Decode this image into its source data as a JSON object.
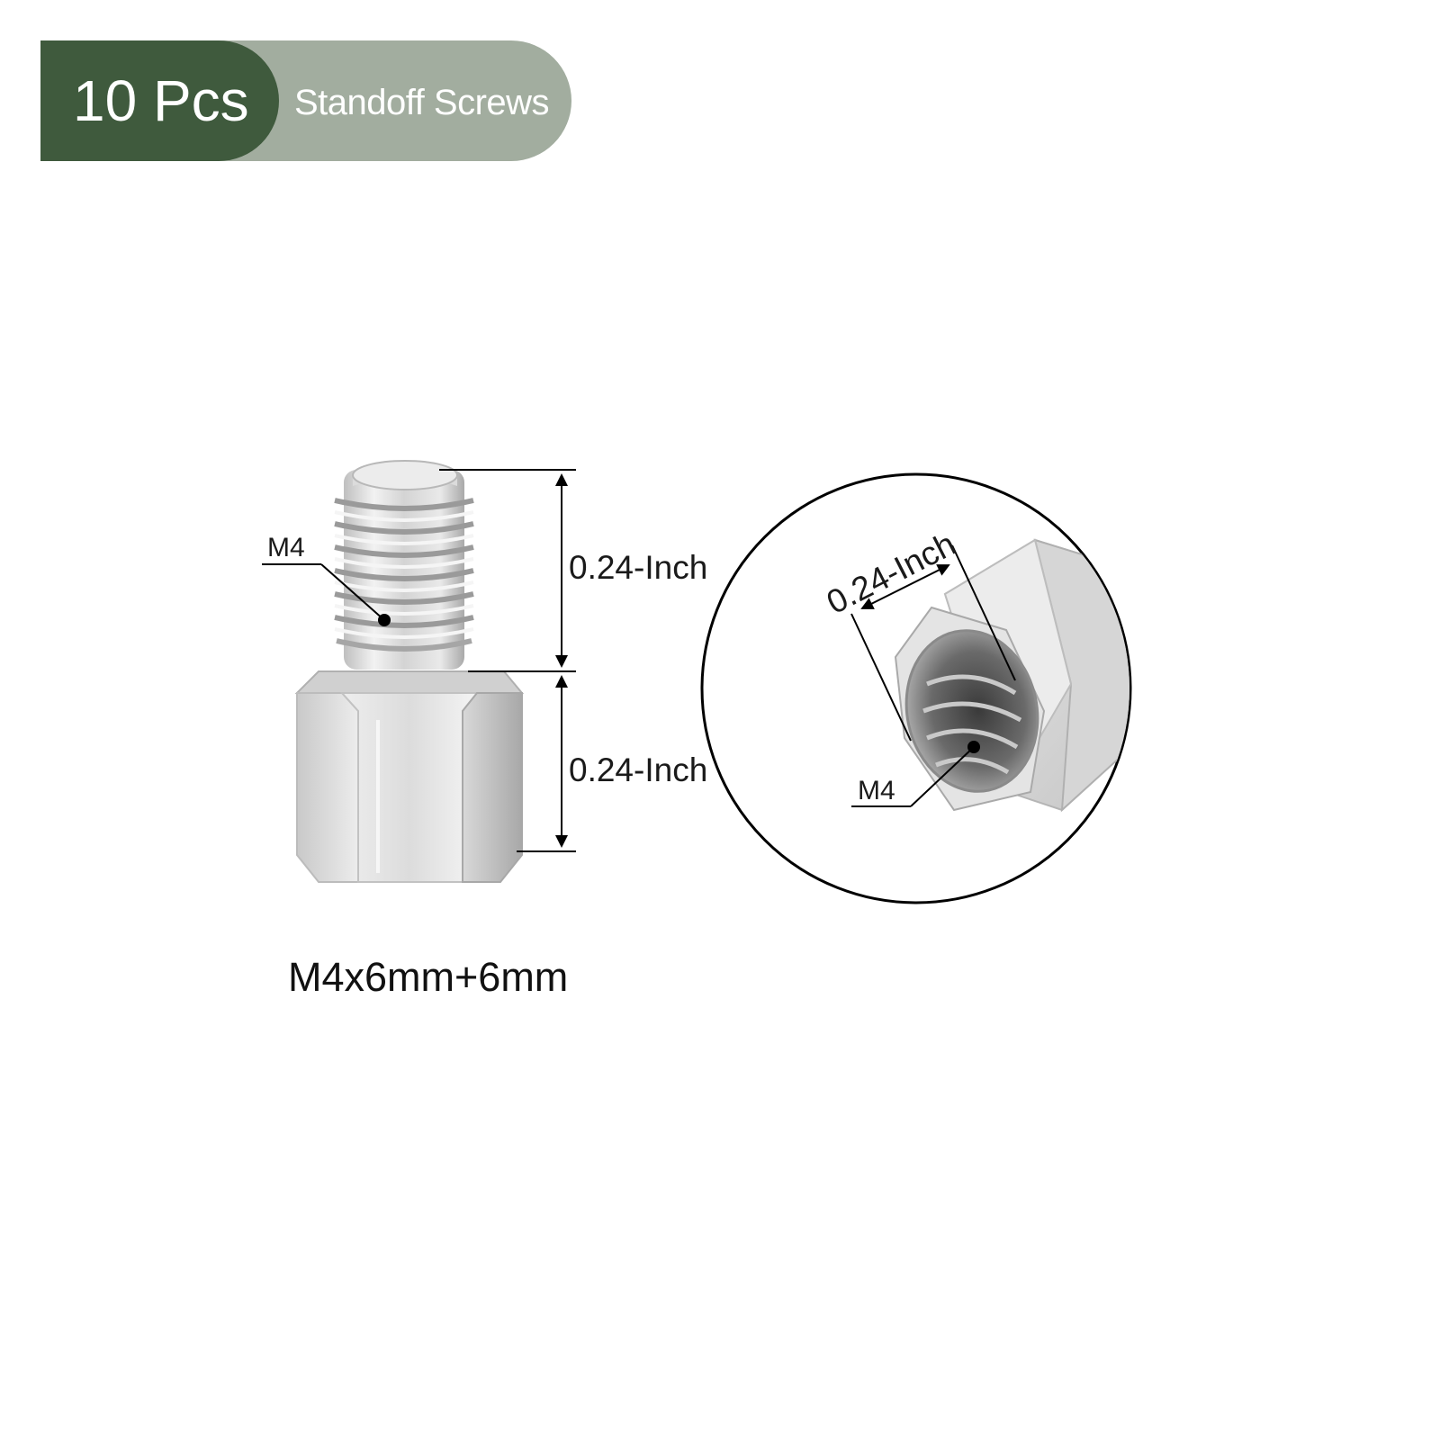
{
  "badge": {
    "count": "10 Pcs",
    "title": "Standoff Screws",
    "colors": {
      "dark": "#3f5a3d",
      "light": "#a2ad9f"
    }
  },
  "left_view": {
    "thread_label": "M4",
    "top_dimension": "0.24-Inch",
    "bottom_dimension": "0.24-Inch",
    "caption": "M4x6mm+6mm"
  },
  "detail_view": {
    "bore_dimension": "0.24-Inch",
    "thread_label": "M4"
  }
}
